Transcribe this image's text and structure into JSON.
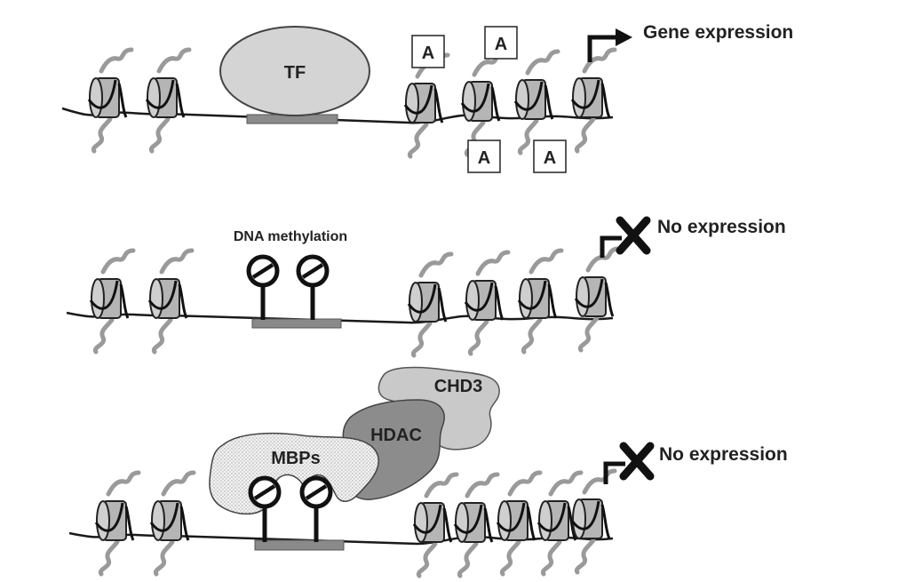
{
  "panels": [
    {
      "id": "active",
      "factor_label": "TF",
      "marks": [
        "A",
        "A",
        "A",
        "A"
      ],
      "outcome": "Gene expression",
      "outcome_icon": "arrow-icon"
    },
    {
      "id": "methylated",
      "modification_label": "DNA methylation",
      "outcome": "No expression",
      "outcome_icon": "x-icon"
    },
    {
      "id": "repressed",
      "complex_labels": [
        "MBPs",
        "HDAC",
        "CHD3"
      ],
      "outcome": "No expression",
      "outcome_icon": "x-icon"
    }
  ],
  "colors": {
    "nucleosome": "#b5b5b5",
    "tail": "#9a9a9a",
    "promoter": "#8a8a8a",
    "tf": "#d4d4d4",
    "hdac": "#8c8c8c",
    "chd3": "#c9c9c9",
    "mbps": "#f0f0f0",
    "line": "#1a1a1a"
  }
}
